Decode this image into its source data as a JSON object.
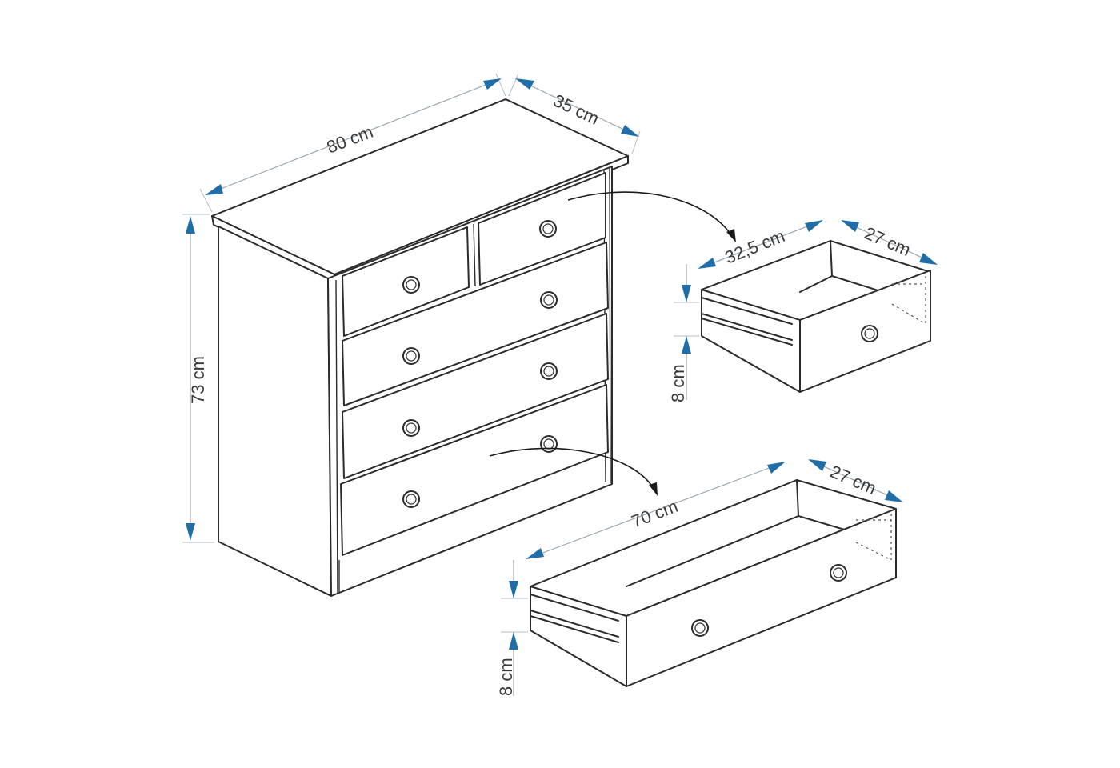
{
  "dimensions": {
    "width": "80 cm",
    "depth": "35 cm",
    "height": "73 cm",
    "small_drawer_width": "32,5 cm",
    "small_drawer_depth": "27 cm",
    "small_drawer_height": "8 cm",
    "large_drawer_width": "70 cm",
    "large_drawer_depth": "27 cm",
    "large_drawer_height": "8 cm"
  },
  "colors": {
    "line": "#2b2b2b",
    "dimension_arrow": "#1f6ea8",
    "dimension_line": "#9aa6b0",
    "background": "#ffffff"
  }
}
